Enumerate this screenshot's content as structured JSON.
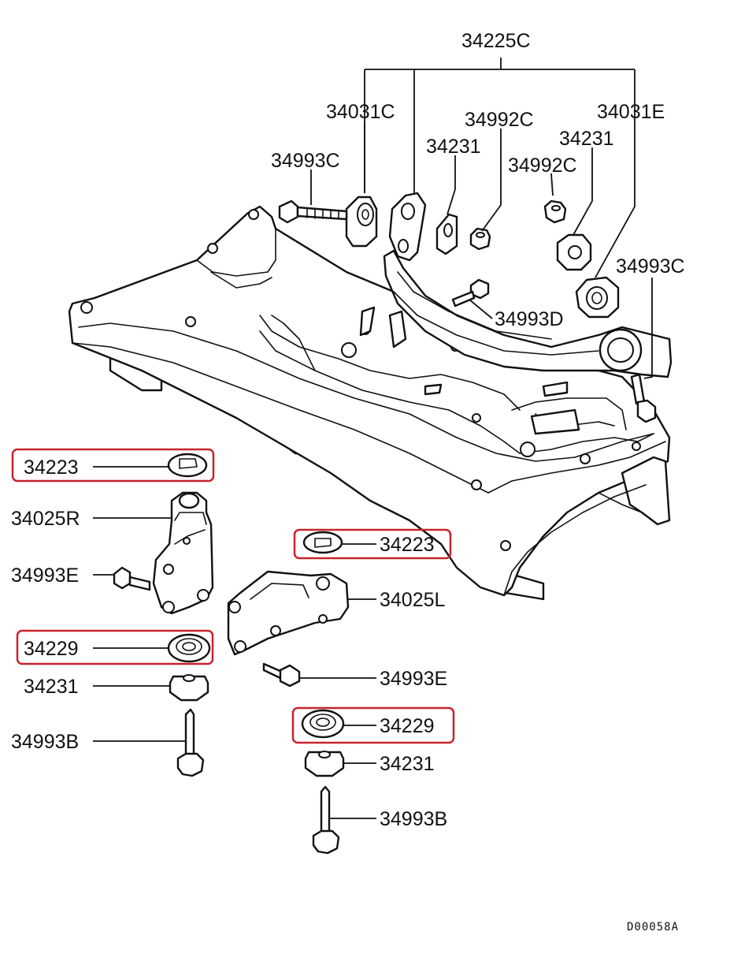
{
  "highlight_color": "#c8232c",
  "line_color": "#111111",
  "labels": {
    "p34225C": "34225C",
    "p34031C": "34031C",
    "p34992C_top": "34992C",
    "p34031E": "34031E",
    "p34231_a": "34231",
    "p34231_b": "34231",
    "p34992C_mid": "34992C",
    "p34993C_left": "34993C",
    "p34993C_right": "34993C",
    "p34993D": "34993D",
    "p34223_left": "34223",
    "p34223_right": "34223",
    "p34025R": "34025R",
    "p34025L": "34025L",
    "p34993E_left": "34993E",
    "p34993E_right": "34993E",
    "p34229_left": "34229",
    "p34229_right": "34229",
    "p34231_left": "34231",
    "p34231_right": "34231",
    "p34993B_left": "34993B",
    "p34993B_right": "34993B"
  },
  "diagram_code": "D00058A"
}
